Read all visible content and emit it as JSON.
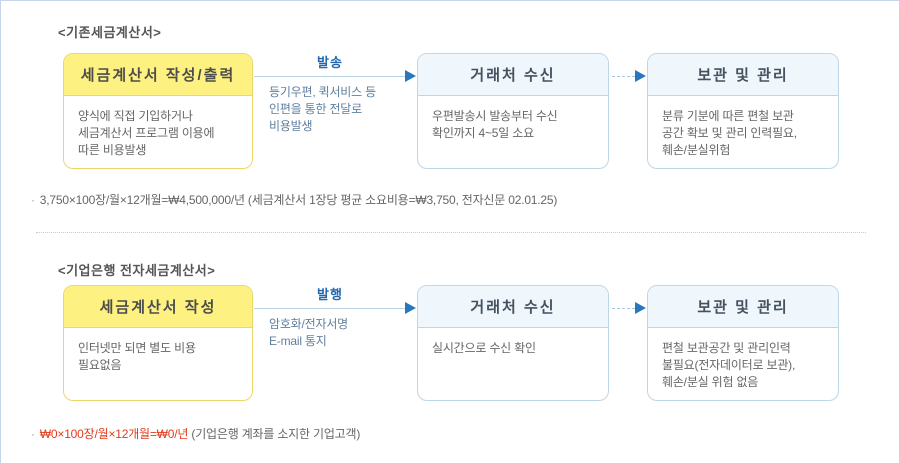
{
  "accents": {
    "yellow_header_bg": "#fcf181",
    "yellow_border": "#ecd768",
    "blue_header_bg": "#eff6fc",
    "blue_border": "#bdd6e8",
    "connector_label_blue": "#2268b0",
    "arrow_blue": "#2a77be",
    "connector_note_blue_gray": "#6080a0",
    "body_text_gray": "#666666",
    "highlight_red": "#e23a1c",
    "outer_border": "#c6d6ea"
  },
  "sections": [
    {
      "title": "<기존세금계산서>",
      "flow": {
        "start_box": {
          "header": "세금계산서 작성/출력",
          "body": "양식에 직접 기입하거나\n세금계산서 프로그램 이용에\n따른 비용발생"
        },
        "connector": {
          "label": "발송",
          "note": "등기우편, 퀵서비스 등\n인편을 통한 전달로\n비용발생"
        },
        "mid_box": {
          "header": "거래처 수신",
          "body": "우편발송시 발송부터 수신\n확인까지 4~5일 소요"
        },
        "end_box": {
          "header": "보관 및 관리",
          "body": "분류 기분에 따른 편철 보관\n공간 확보 및 관리 인력필요,\n훼손/분실위험"
        }
      },
      "note": {
        "bullet": "·",
        "highlight": "",
        "text": "3,750×100장/월×12개월=₩4,500,000/년 (세금계산서 1장당 평균 소요비용=₩3,750, 전자신문 02.01.25)"
      }
    },
    {
      "title": "<기업은행 전자세금계산서>",
      "flow": {
        "start_box": {
          "header": "세금계산서 작성",
          "body": "인터넷만 되면 별도 비용\n필요없음"
        },
        "connector": {
          "label": "발행",
          "note": "암호화/전자서명\nE-mail 통지"
        },
        "mid_box": {
          "header": "거래처 수신",
          "body": "실시간으로 수신 확인"
        },
        "end_box": {
          "header": "보관 및 관리",
          "body": "편철 보관공간 및 관리인력\n불필요(전자데이터로 보관),\n훼손/분실 위험 없음"
        }
      },
      "note": {
        "bullet": "·",
        "highlight": "₩0×100장/월×12개월=₩0/년",
        "text": " (기업은행 계좌를 소지한 기업고객)"
      }
    }
  ]
}
